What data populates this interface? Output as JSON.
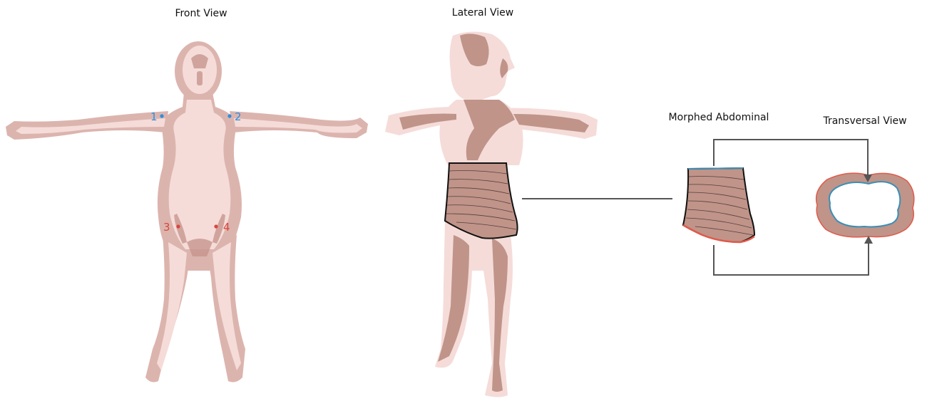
{
  "labels": {
    "front_view": "Front View",
    "lateral_view": "Lateral View",
    "morphed_abdominal": "Morphed Abdominal",
    "transversal_view": "Transversal View"
  },
  "markers": [
    {
      "label": "1",
      "color": "#2a8fe0"
    },
    {
      "label": "2",
      "color": "#2a8fe0"
    },
    {
      "label": "3",
      "color": "#d9463c"
    },
    {
      "label": "4",
      "color": "#d9463c"
    }
  ],
  "colors": {
    "skin_light": "#f5dcd9",
    "skin_mid": "#e8b9b3",
    "skin_dark": "#c4928a",
    "abdomen_fill": "#c09489",
    "connector": "#555555",
    "outline_blue": "#3a8fb5",
    "outline_red": "#e05a4a"
  }
}
